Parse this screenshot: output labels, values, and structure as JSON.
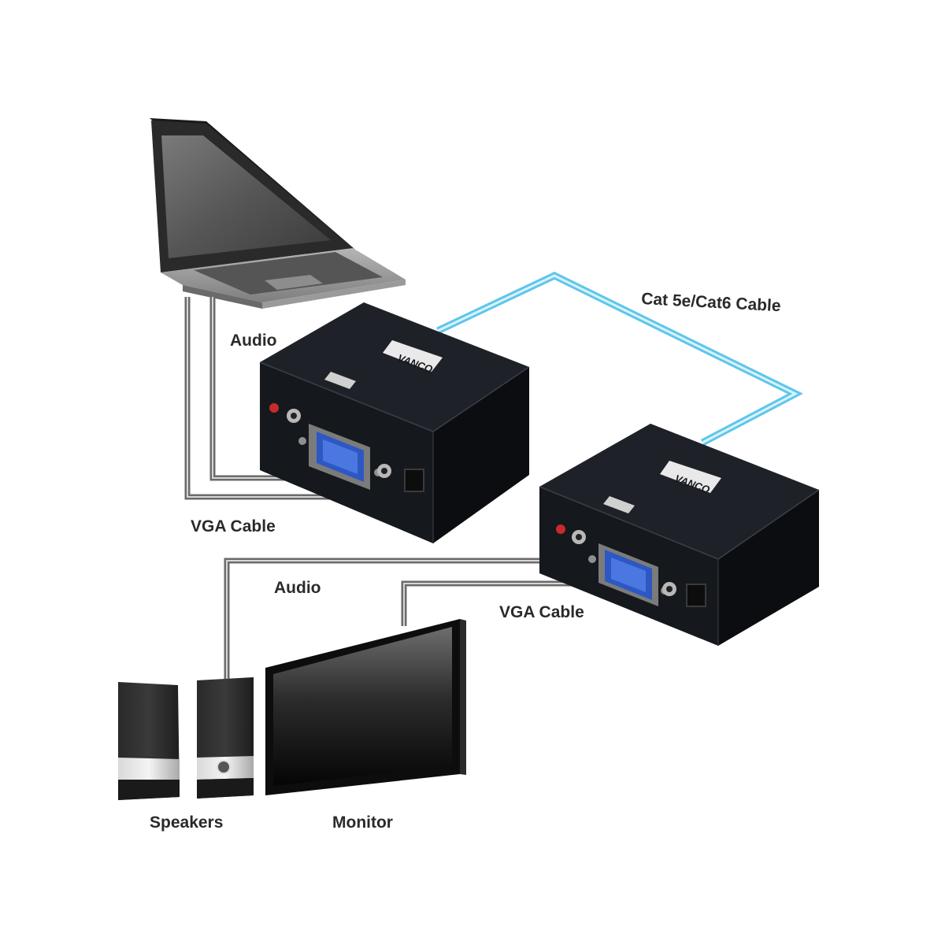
{
  "labels": {
    "cat_cable": "Cat 5e/Cat6 Cable",
    "audio_top": "Audio",
    "vga_top": "VGA Cable",
    "audio_bottom": "Audio",
    "vga_bottom": "VGA Cable",
    "speakers": "Speakers",
    "monitor": "Monitor"
  },
  "devices": {
    "brand_logo": "VANCO"
  },
  "colors": {
    "cat_cable": "#5ec6ea",
    "wire": "#6b6b6b",
    "extender_body": "#15181d",
    "vga_port": "#2d58c4"
  }
}
